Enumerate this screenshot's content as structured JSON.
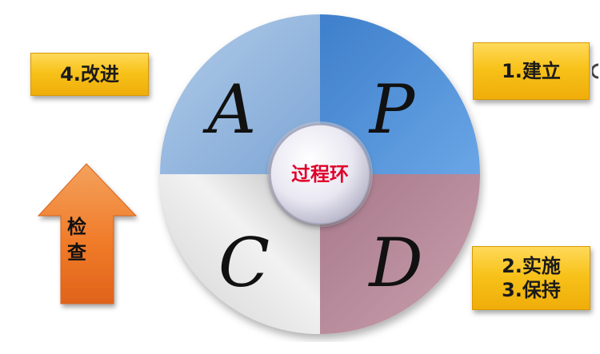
{
  "diagram": {
    "center_label": "过程环",
    "quadrants": [
      {
        "letter": "A"
      },
      {
        "letter": "P"
      },
      {
        "letter": "C"
      },
      {
        "letter": "D"
      }
    ]
  },
  "boxes": {
    "improve": {
      "text": "4.改进"
    },
    "build": {
      "text": "1.建立"
    },
    "implement": {
      "line1": "2.实施",
      "line2": "3.保持"
    }
  },
  "arrow": {
    "char1": "检",
    "char2": "查"
  },
  "colors": {
    "box_gold": "#f7c21a",
    "arrow_orange": "#f07c2a",
    "quadrant_p": "#4f8fd6",
    "quadrant_a": "#93b5dd",
    "quadrant_c": "#e2e2e2",
    "quadrant_d": "#b98b9b",
    "center_text": "#e0002a"
  }
}
